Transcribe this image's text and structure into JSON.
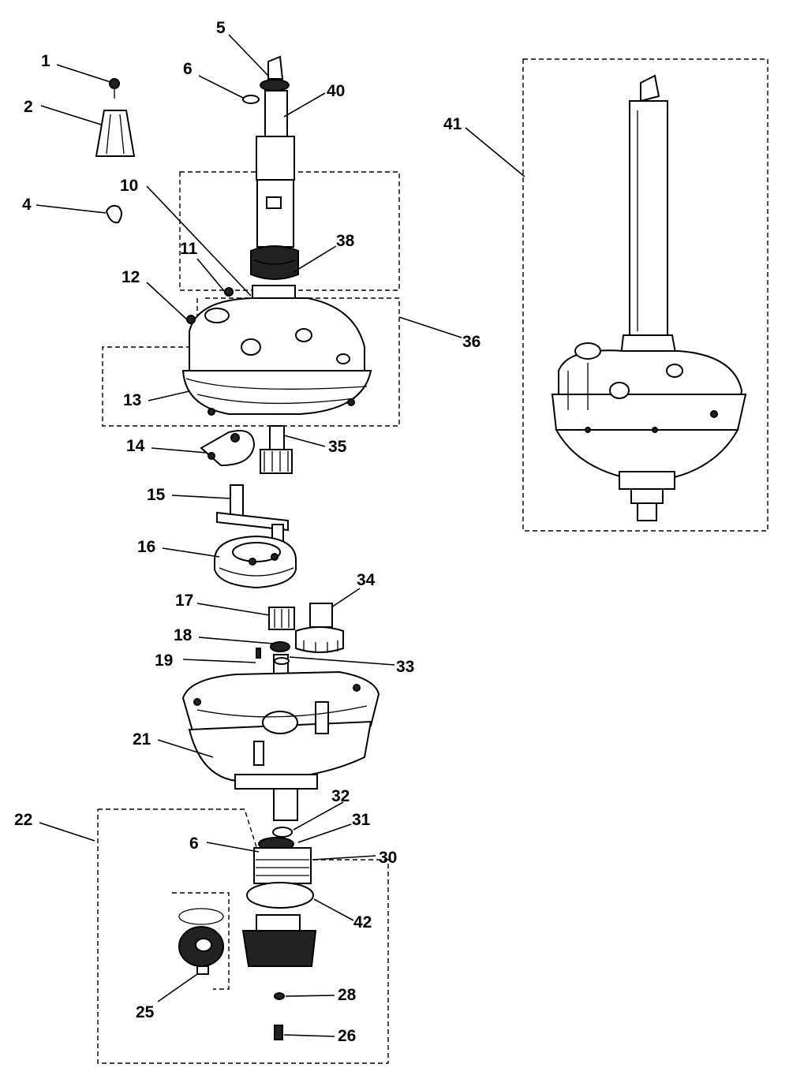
{
  "diagram": {
    "callouts": [
      {
        "id": "1",
        "label": "1"
      },
      {
        "id": "2",
        "label": "2"
      },
      {
        "id": "4",
        "label": "4"
      },
      {
        "id": "5",
        "label": "5"
      },
      {
        "id": "6a",
        "label": "6"
      },
      {
        "id": "40",
        "label": "40"
      },
      {
        "id": "41",
        "label": "41"
      },
      {
        "id": "10",
        "label": "10"
      },
      {
        "id": "11",
        "label": "11"
      },
      {
        "id": "38",
        "label": "38"
      },
      {
        "id": "12",
        "label": "12"
      },
      {
        "id": "36",
        "label": "36"
      },
      {
        "id": "13",
        "label": "13"
      },
      {
        "id": "14",
        "label": "14"
      },
      {
        "id": "35",
        "label": "35"
      },
      {
        "id": "15",
        "label": "15"
      },
      {
        "id": "16",
        "label": "16"
      },
      {
        "id": "34",
        "label": "34"
      },
      {
        "id": "17",
        "label": "17"
      },
      {
        "id": "18",
        "label": "18"
      },
      {
        "id": "19",
        "label": "19"
      },
      {
        "id": "33",
        "label": "33"
      },
      {
        "id": "21",
        "label": "21"
      },
      {
        "id": "32",
        "label": "32"
      },
      {
        "id": "31",
        "label": "31"
      },
      {
        "id": "22",
        "label": "22"
      },
      {
        "id": "6b",
        "label": "6"
      },
      {
        "id": "30",
        "label": "30"
      },
      {
        "id": "42",
        "label": "42"
      },
      {
        "id": "28",
        "label": "28"
      },
      {
        "id": "25",
        "label": "25"
      },
      {
        "id": "26",
        "label": "26"
      }
    ]
  }
}
